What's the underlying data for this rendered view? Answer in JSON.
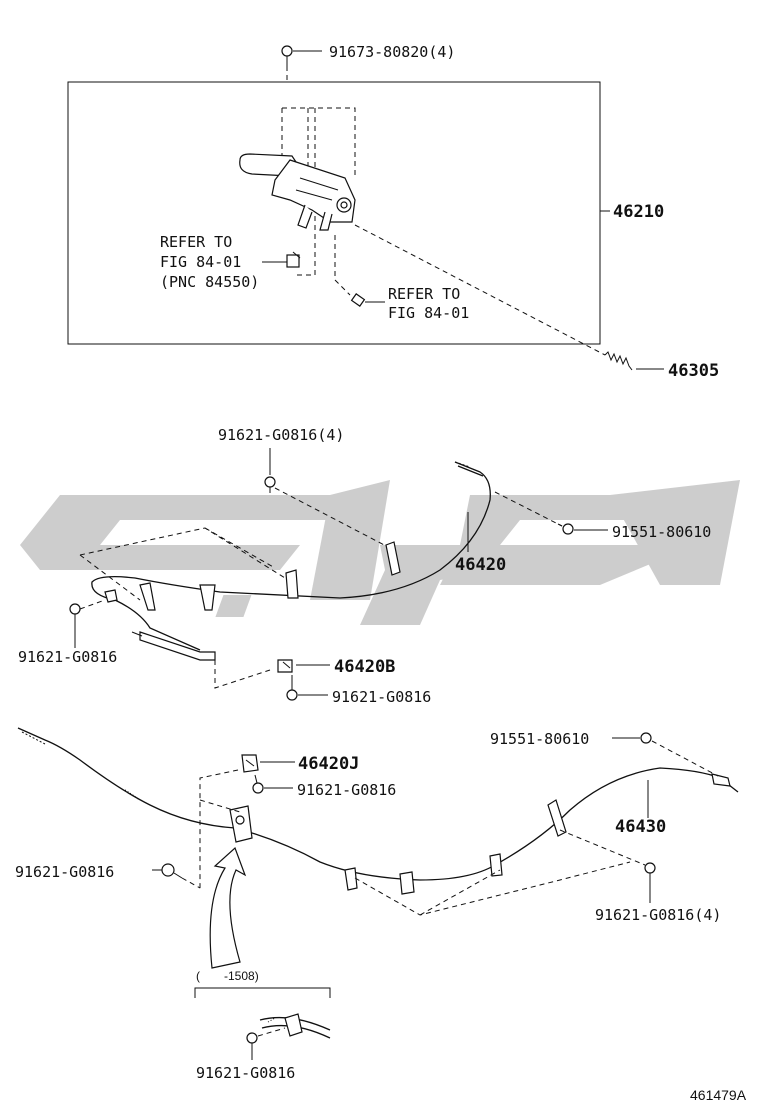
{
  "colors": {
    "line": "#111111",
    "watermark": "#c8c8c8",
    "background": "#ffffff"
  },
  "labels": {
    "bolt_top": "91673-80820(4)",
    "part_46210": "46210",
    "refer1_line1": "REFER TO",
    "refer1_line2": "FIG 84-01",
    "refer1_line3": "(PNC 84550)",
    "refer2_line1": "REFER TO",
    "refer2_line2": "FIG 84-01",
    "part_46305": "46305",
    "bolt_mid_4": "91621-G0816(4)",
    "bolt_91551_a": "91551-80610",
    "part_46420": "46420",
    "bolt_mid_left": "91621-G0816",
    "part_46420b": "46420B",
    "bolt_46420b": "91621-G0816",
    "bolt_91551_b": "91551-80610",
    "part_46420j": "46420J",
    "bolt_46420j": "91621-G0816",
    "part_46430": "46430",
    "bolt_low_left": "91621-G0816",
    "bolt_low_right_4": "91621-G0816(4)",
    "range_note": "(　　-1508)",
    "bolt_bottom": "91621-G0816",
    "figure_id": "461479A"
  }
}
